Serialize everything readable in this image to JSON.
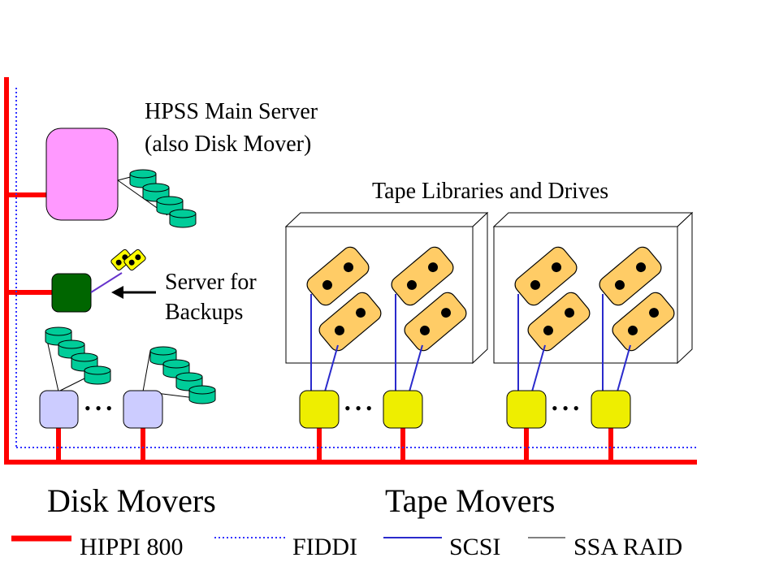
{
  "labels": {
    "main_server_line1": "HPSS Main Server",
    "main_server_line2": "(also Disk Mover)",
    "tape_libraries": "Tape Libraries and Drives",
    "backup_line1": "Server for",
    "backup_line2": "Backups",
    "disk_movers": "Disk Movers",
    "tape_movers": "Tape Movers",
    "ellipsis": "• • •"
  },
  "legend": [
    {
      "label": "HIPPI 800",
      "style": "thick-red",
      "color": "#ff0000"
    },
    {
      "label": "FIDDI",
      "style": "dotted-blue",
      "color": "#3333ff"
    },
    {
      "label": "SCSI",
      "style": "solid-blue",
      "color": "#2a2acc"
    },
    {
      "label": "SSA RAID",
      "style": "thin-black",
      "color": "#000000"
    }
  ],
  "colors": {
    "hippi": "#ff0000",
    "fiddi": "#3333ff",
    "scsi": "#2a2acc",
    "main_server": "#ff99ff",
    "backup_server": "#006600",
    "disk_mover": "#ccccff",
    "tape_mover": "#eeee00",
    "disk": "#00cc99",
    "tape_drive": "#ffcc66"
  }
}
